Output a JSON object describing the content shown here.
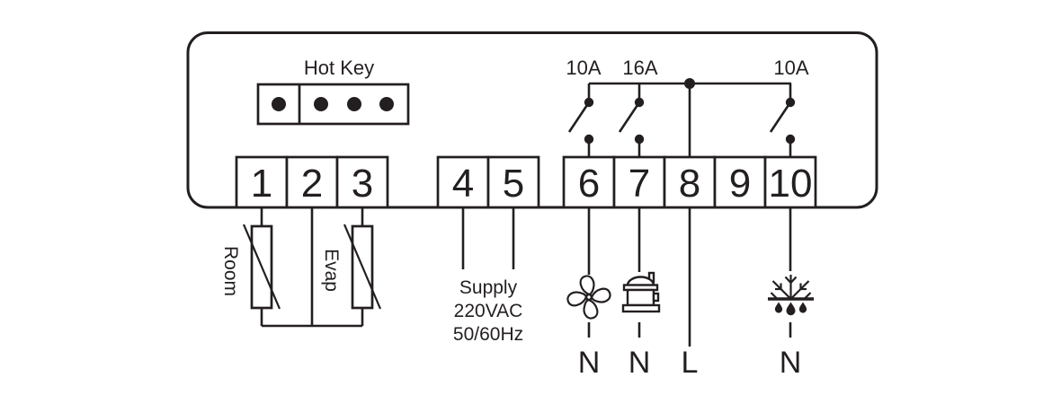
{
  "colors": {
    "ink": "#231f20",
    "background": "#ffffff"
  },
  "hot_key": {
    "label": "Hot Key",
    "pin_count": 4
  },
  "ratings": {
    "fan": "10A",
    "compressor": "16A",
    "defrost": "10A"
  },
  "terminals": {
    "sensor": [
      "1",
      "2",
      "3"
    ],
    "power": [
      "4",
      "5"
    ],
    "relay": [
      "6",
      "7",
      "8",
      "9",
      "10"
    ]
  },
  "sensors": {
    "room": "Room",
    "evap": "Evap"
  },
  "supply": {
    "line1": "Supply",
    "line2": "220VAC",
    "line3": "50/60Hz"
  },
  "outputs": {
    "fan": "N",
    "compressor": "N",
    "line": "L",
    "defrost": "N"
  },
  "icons": {
    "fan": "fan-icon",
    "compressor": "compressor-icon",
    "defrost": "defrost-drip-icon"
  }
}
